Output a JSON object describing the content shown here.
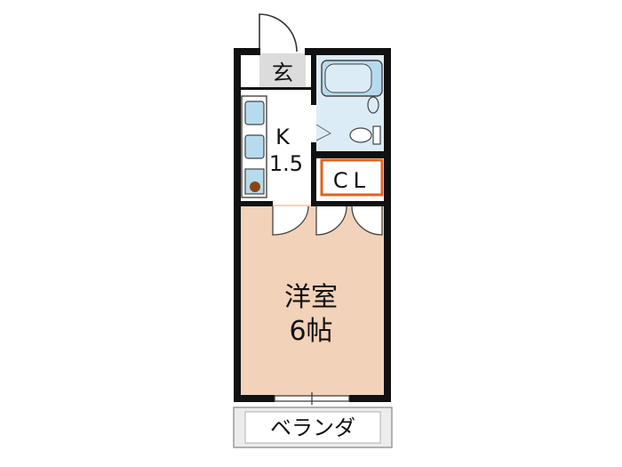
{
  "rooms": {
    "entrance": {
      "label": "玄"
    },
    "kitchen": {
      "label_line1": "K",
      "label_line2": "1.5"
    },
    "closet": {
      "label": "CL"
    },
    "western_room": {
      "label_line1": "洋室",
      "label_line2": "6帖"
    },
    "balcony": {
      "label": "ベランダ"
    }
  },
  "colors": {
    "wall": "#111111",
    "room_floor": "#f2d2b8",
    "wet_area_floor": "#dcecf7",
    "fixture_fill": "#b7dbee",
    "entrance_floor": "#dcdcdc",
    "closet_border": "#e0621e",
    "balcony_floor": "#ececec",
    "stove_knob": "#8b4513"
  },
  "icons": {
    "bathtub": "bathtub-icon",
    "washbasin": "washbasin-icon",
    "toilet": "toilet-icon",
    "sink": "sink-icon",
    "stove": "stove-icon",
    "door_swing": "door-swing-icon"
  }
}
